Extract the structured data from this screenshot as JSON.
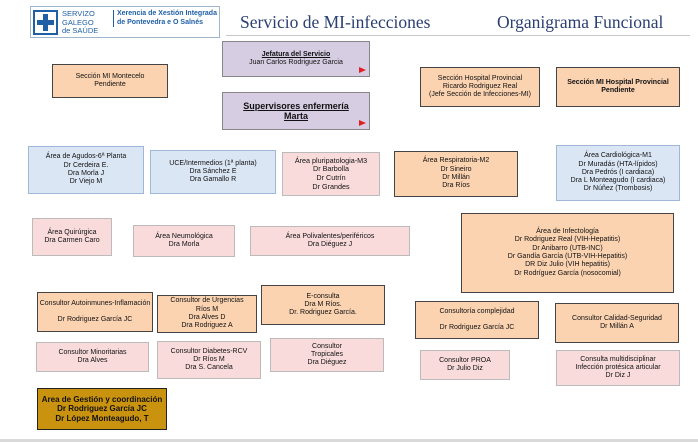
{
  "header": {
    "logo_lines": [
      "SERVIZO",
      "GALEGO",
      "de SAÚDE"
    ],
    "logo_sub": [
      "Xerencia de Xestión Integrada",
      "de Pontevedra e O Salnés"
    ],
    "title_left": "Servicio de MI-infecciones",
    "title_right": "Organigrama Funcional"
  },
  "boxes": [
    {
      "id": "jefatura",
      "lines": [
        "Jefatura del Servicio",
        "Juan Carlos Rodriguez Garcia"
      ],
      "flag": true
    },
    {
      "id": "supervisores",
      "lines": [
        "Supervisores enfermería",
        "Marta"
      ],
      "flag": true
    },
    {
      "id": "seccion-montecelo",
      "lines": [
        "Sección MI Montecelo",
        "Pendiente"
      ]
    },
    {
      "id": "seccion-hospital-provincial-1",
      "lines": [
        "Sección Hospital Provincial",
        "Ricardo Rodriguez Real",
        "(Jefe Sección de Infecciones-MI)"
      ]
    },
    {
      "id": "seccion-hospital-provincial-2",
      "lines": [
        "Sección MI Hospital Provincial",
        "Pendiente"
      ]
    },
    {
      "id": "agudos",
      "lines": [
        "Área de Agudos-6ª Planta",
        "Dr Cerdeira E.",
        "Dra Morla J",
        "Dr Viejo M"
      ]
    },
    {
      "id": "uce",
      "lines": [
        "UCE/Intermedios (1ª planta)",
        "Dra Sánchez E",
        "Dra Gamallo R"
      ]
    },
    {
      "id": "pluripatologia",
      "lines": [
        "Área pluripatologia-M3",
        "Dr Barbolla",
        "Dr Cutrín",
        "Dr Grandes"
      ]
    },
    {
      "id": "respiratoria",
      "lines": [
        "Área Respiratoria-M2",
        "Dr Sineiro",
        "Dr Millán",
        "Dra Ríos"
      ]
    },
    {
      "id": "cardiologica",
      "lines": [
        "Área Cardiológica-M1",
        "Dr Muradás (HTA-lípidos)",
        "Dra Pedrós (I cardiaca)",
        "Dra L Monteagudo (I cardiaca)",
        "Dr Núñez (Trombosis)"
      ]
    },
    {
      "id": "quirurgica",
      "lines": [
        "Área Quirúrgica",
        "Dra Carmen Caro"
      ]
    },
    {
      "id": "neumologica",
      "lines": [
        "Área Neumológica",
        "Dra Morla"
      ]
    },
    {
      "id": "polivalentes",
      "lines": [
        "Área Polivalentes/periféricos",
        "Dra Diéguez J"
      ]
    },
    {
      "id": "infectologia",
      "lines": [
        "Área de Infectología",
        "Dr Rodriguez Real (VIH-Hepatitis)",
        "Dr Anibarro (UTB-INC)",
        "Dr Gandía García (UTB-VIH-Hepatitis)",
        "DR Diz Julio (VIH hepatitis)",
        "Dr Rodríguez García (nosocomial)"
      ]
    },
    {
      "id": "autoinmunes",
      "lines": [
        "Consultor Autoinmunes-Inflamación",
        "",
        "Dr Rodriguez García JC"
      ]
    },
    {
      "id": "urgencias",
      "lines": [
        "Consultor de Urgencias",
        "Ríos M",
        "Dra Alves D",
        "Dra Rodriguez A"
      ]
    },
    {
      "id": "econsulta",
      "lines": [
        "E-consulta",
        "Dra M Ríos.",
        "Dr. Rodriguez García."
      ]
    },
    {
      "id": "complejidad",
      "lines": [
        "Consultoría complejidad",
        "",
        "Dr Rodriguez García JC"
      ]
    },
    {
      "id": "calidad",
      "lines": [
        "Consultor Calidad-Seguridad",
        "Dr Millán A"
      ]
    },
    {
      "id": "minoritarias",
      "lines": [
        "Consultor Minoritarias",
        "Dra Alves"
      ]
    },
    {
      "id": "diabetes",
      "lines": [
        "Consultor Diabetes-RCV",
        "Dr Ríos M",
        "Dra S. Cancela"
      ]
    },
    {
      "id": "tropicales",
      "lines": [
        "Consultor",
        "Tropicales",
        "Dra Diéguez"
      ]
    },
    {
      "id": "proa",
      "lines": [
        "Consultor PROA",
        "Dr Julio Diz"
      ]
    },
    {
      "id": "multidisciplinar",
      "lines": [
        "Consulta multidisciplinar",
        "Infección protésica articular",
        "Dr Diz J"
      ]
    },
    {
      "id": "gestion",
      "lines": [
        "Area de Gestión y coordinación",
        "Dr Rodriguez García JC",
        "Dr López Monteagudo, T"
      ]
    }
  ]
}
